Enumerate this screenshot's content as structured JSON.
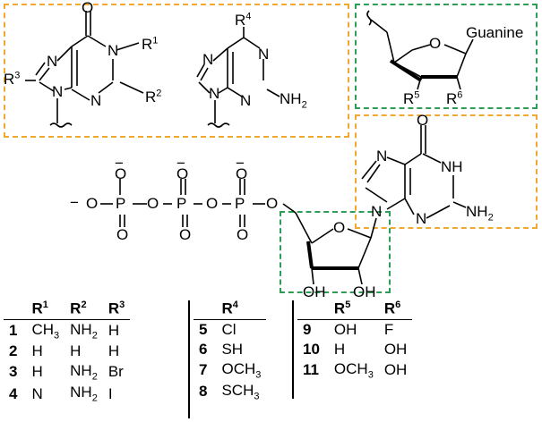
{
  "labels": {
    "guanine": "Guanine",
    "r1": "R1",
    "r2": "R2",
    "r3": "R3",
    "r4": "R4",
    "r5": "R5",
    "r6": "R6",
    "o": "O",
    "n": "N",
    "oh": "OH",
    "nh": "NH",
    "nh2": "NH2",
    "p": "P",
    "minus": "−"
  },
  "table1": {
    "headers": [
      "R1",
      "R2",
      "R3"
    ],
    "rows": [
      {
        "num": "1",
        "cells": [
          "CH3",
          "NH2",
          "H"
        ]
      },
      {
        "num": "2",
        "cells": [
          "H",
          "H",
          "H"
        ]
      },
      {
        "num": "3",
        "cells": [
          "H",
          "NH2",
          "Br"
        ]
      },
      {
        "num": "4",
        "cells": [
          "N",
          "NH2",
          "I"
        ]
      }
    ]
  },
  "table2": {
    "headers": [
      "R4"
    ],
    "rows": [
      {
        "num": "5",
        "cells": [
          "Cl"
        ]
      },
      {
        "num": "6",
        "cells": [
          "SH"
        ]
      },
      {
        "num": "7",
        "cells": [
          "OCH3"
        ]
      },
      {
        "num": "8",
        "cells": [
          "SCH3"
        ]
      }
    ]
  },
  "table3": {
    "headers": [
      "R5",
      "R6"
    ],
    "rows": [
      {
        "num": "9",
        "cells": [
          "OH",
          "F"
        ]
      },
      {
        "num": "10",
        "cells": [
          "H",
          "OH"
        ]
      },
      {
        "num": "11",
        "cells": [
          "OCH3",
          "OH"
        ]
      }
    ]
  },
  "colors": {
    "orange_box": "#f0a830",
    "green_box": "#2e9e57"
  }
}
